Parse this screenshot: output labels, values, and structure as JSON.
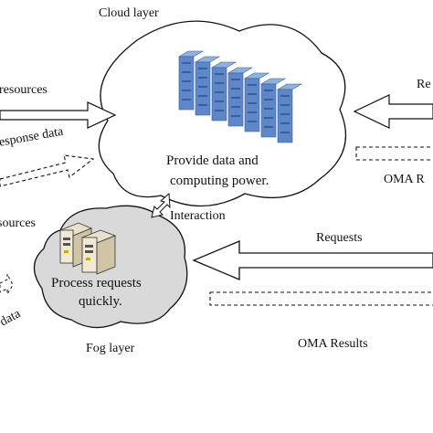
{
  "diagram": {
    "cloud": {
      "title": "Cloud layer",
      "caption_line1": "Provide data and",
      "caption_line2": "computing power."
    },
    "fog": {
      "title": "Fog layer",
      "caption_line1": "Process requests",
      "caption_line2": "quickly."
    },
    "interaction_label": "Interaction",
    "left_edge": {
      "resources_top": "resources",
      "response_data": "esponse data",
      "resources_bottom": "sources",
      "data_bottom": "data"
    },
    "right_edge": {
      "top_label": "Re",
      "oma_label_top": "OMA R"
    },
    "requests_label": "Requests",
    "oma_results_label": "OMA Results",
    "colors": {
      "cloud_fill": "#ffffff",
      "fog_fill": "#d9d9d9",
      "server_blue": "#5d87c9",
      "server_dark": "#3b5f98",
      "stroke": "#111111"
    }
  }
}
